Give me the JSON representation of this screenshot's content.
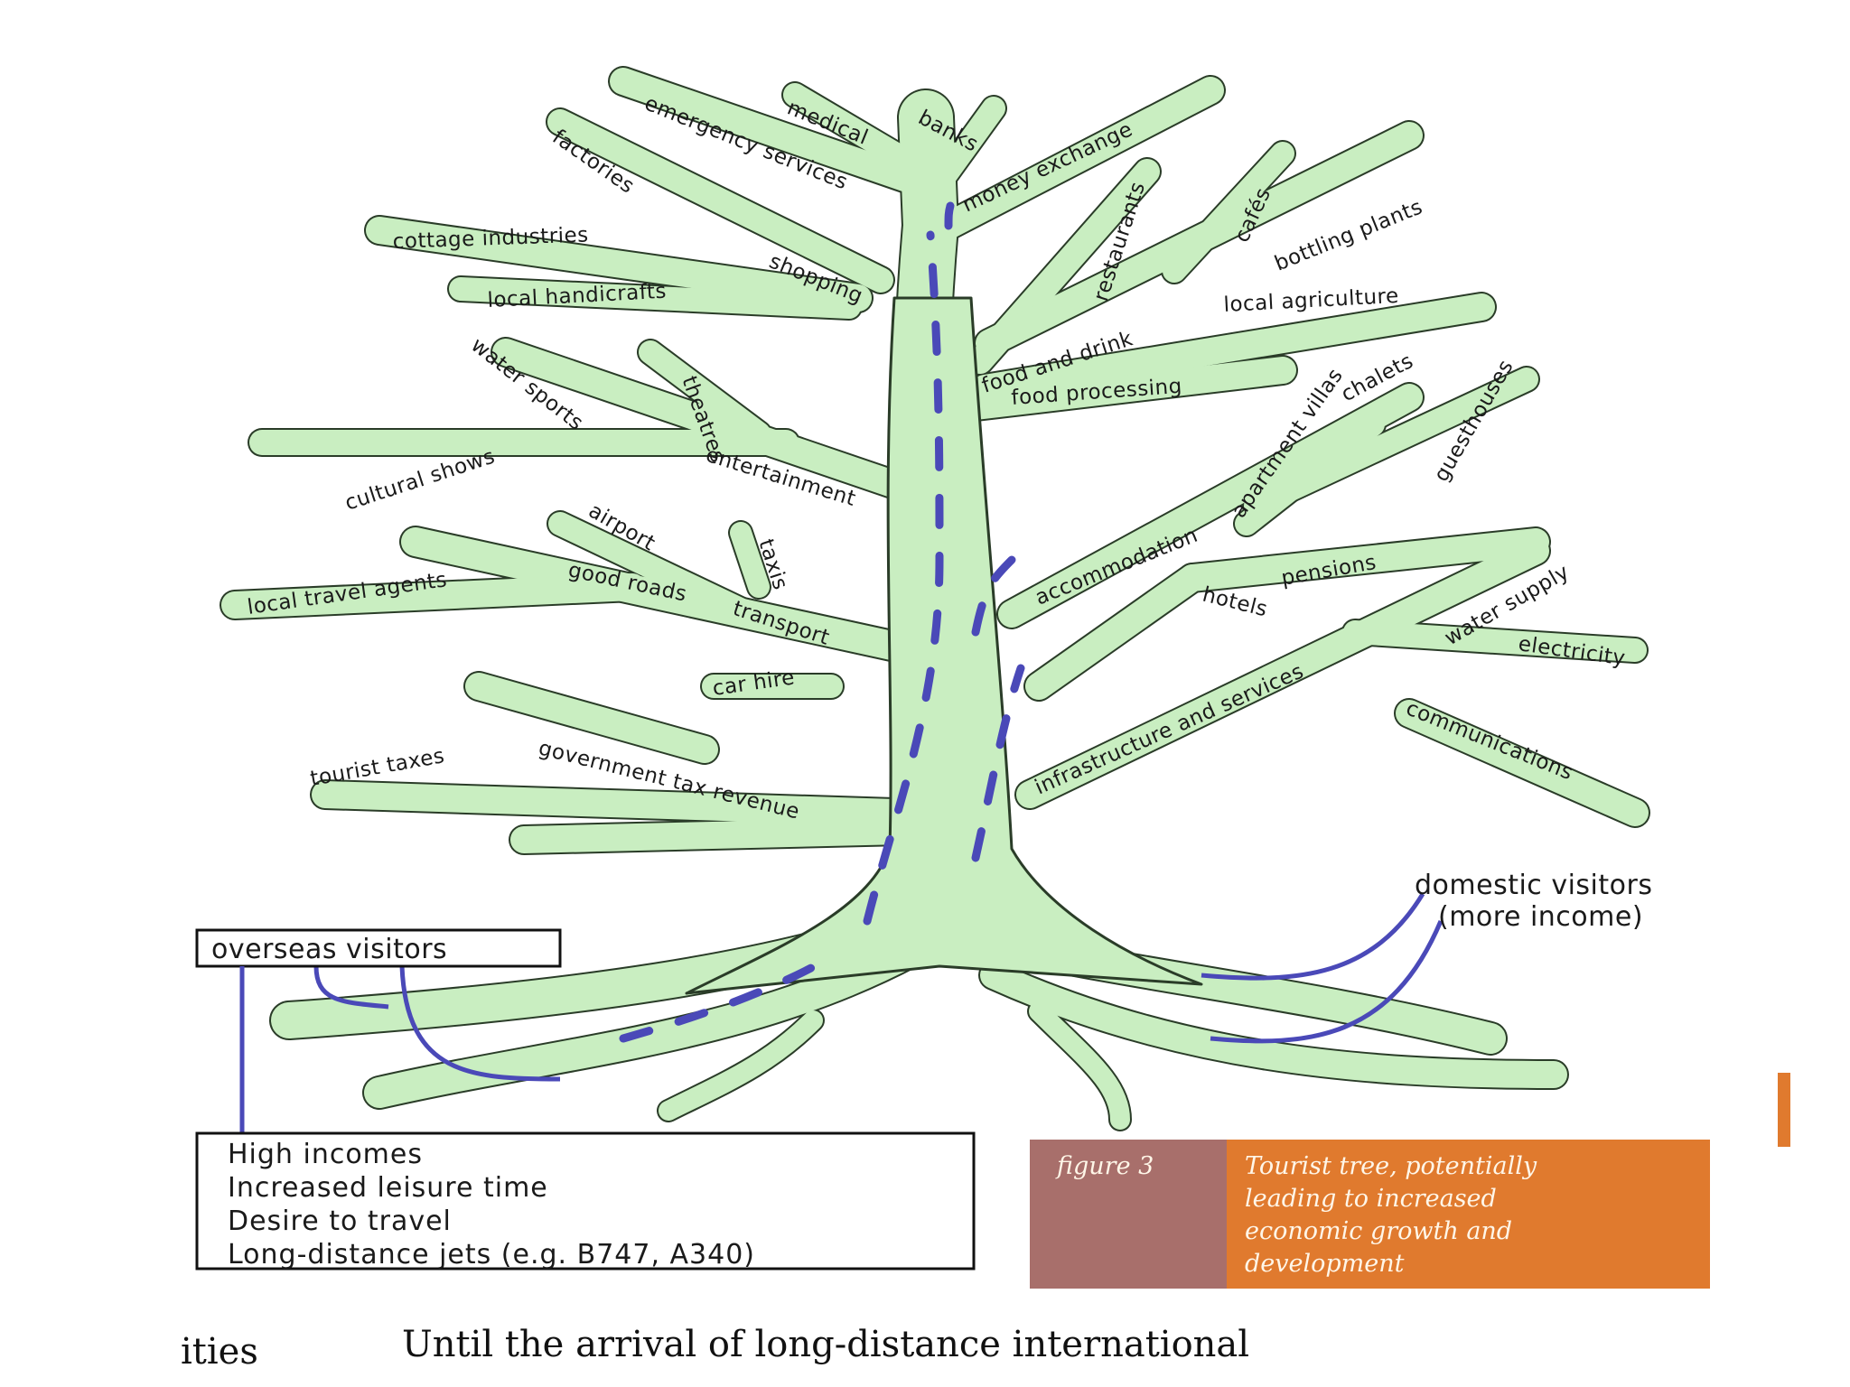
{
  "branches": {
    "medical": "medical",
    "banks": "banks",
    "emergency_services": "emergency services",
    "money_exchange": "money exchange",
    "factories": "factories",
    "cottage_industries": "cottage industries",
    "local_handicrafts": "local handicrafts",
    "shopping": "shopping",
    "restaurants": "restaurants",
    "cafes": "cafés",
    "bottling_plants": "bottling plants",
    "food_and_drink": "food and drink",
    "local_agriculture": "local agriculture",
    "food_processing": "food processing",
    "water_sports": "water sports",
    "theatres": "theatres",
    "cultural_shows": "cultural shows",
    "entertainment": "entertainment",
    "apartment_villas": "apartment villas",
    "chalets": "chalets",
    "guesthouses": "guesthouses",
    "accommodation": "accommodation",
    "airport": "airport",
    "taxis": "taxis",
    "local_travel_agents": "local travel agents",
    "good_roads": "good roads",
    "transport": "transport",
    "car_hire": "car hire",
    "pensions": "pensions",
    "hotels": "hotels",
    "water_supply": "water supply",
    "electricity": "electricity",
    "infrastructure": "infrastructure and services",
    "communications": "communications",
    "tourist_taxes": "tourist taxes",
    "government_tax_revenue": "government tax revenue"
  },
  "visitors": {
    "overseas": "overseas visitors",
    "domestic_line1": "domestic visitors",
    "domestic_line2": "(more income)"
  },
  "factors": [
    "High incomes",
    "Increased leisure time",
    "Desire to travel",
    "Long-distance jets (e.g. B747, A340)"
  ],
  "caption": {
    "label": "figure 3",
    "text_lines": [
      "Tourist tree, potentially",
      "leading to increased",
      "economic growth and",
      "development"
    ]
  },
  "bottom_text": {
    "left_fragment": "ities",
    "main": "Until the arrival of long-distance international"
  },
  "colors": {
    "tree_fill": "#c9eec1",
    "arrow": "#4a49b8",
    "caption_label_bg": "#a86f6b",
    "caption_text_bg": "#e07a2e",
    "edge_tab": "#e07a2e"
  }
}
